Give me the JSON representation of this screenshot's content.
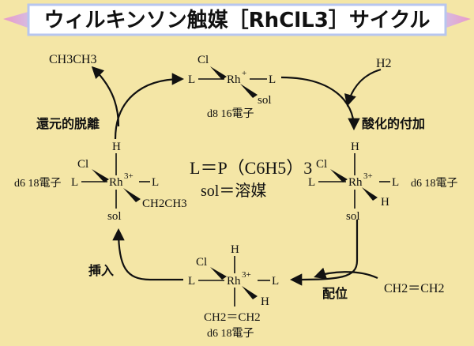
{
  "title": "ウィルキンソン触媒［RhClL3］サイクル",
  "steps": {
    "oxidative_addition": "酸化的付加",
    "coordination": "配位",
    "insertion": "挿入",
    "reductive_elimination": "還元的脱離"
  },
  "legend": {
    "ligand_def": "L＝P（C6H5）3",
    "solvent_def": "sol＝溶媒"
  },
  "molecules": {
    "hydrogen": "H2",
    "ethylene": "CH2＝CH2",
    "ethane": "CH3CH3"
  },
  "electron_counts": {
    "top": "d8 16電子",
    "right": "d6 18電子",
    "bottom": "d6 18電子",
    "left": "d6 18電子"
  },
  "complexes": {
    "top": {
      "metal": "Rh",
      "charge": "+",
      "cl": "Cl",
      "l_left": "L",
      "l_right": "L",
      "sol": "sol"
    },
    "right": {
      "metal": "Rh",
      "charge": "3+",
      "h_top": "H",
      "cl": "Cl",
      "l_left": "L",
      "l_right": "L",
      "h_wedge": "H",
      "sol": "sol"
    },
    "bottom": {
      "metal": "Rh",
      "charge": "3+",
      "h_top": "H",
      "cl": "Cl",
      "l_left": "L",
      "l_right": "L",
      "h_wedge": "H",
      "olefin": "CH2＝CH2"
    },
    "left": {
      "metal": "Rh",
      "charge": "3+",
      "h_top": "H",
      "cl": "Cl",
      "l_left": "L",
      "l_right": "L",
      "ethyl": "CH2CH3",
      "sol": "sol"
    }
  },
  "colors": {
    "background": "#f4e6a6",
    "banner_fill": "#ffffff",
    "banner_edge_pink": "#e8a0c8",
    "banner_edge_blue": "#8fb0e8",
    "ink": "#111111"
  }
}
